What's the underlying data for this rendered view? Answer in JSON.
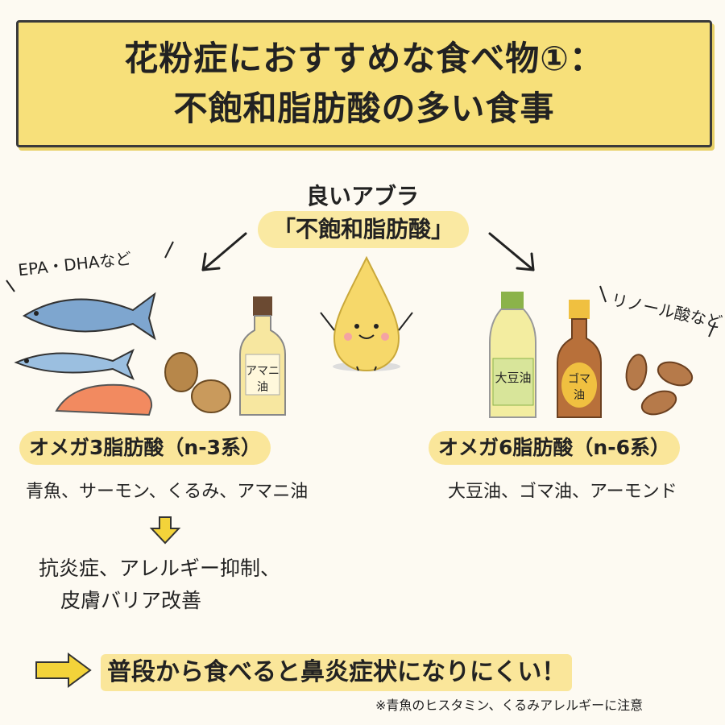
{
  "title": {
    "line1": "花粉症におすすめな食べ物①：",
    "line2": "不飽和脂肪酸の多い食事"
  },
  "center": {
    "label": "良いアブラ",
    "pill": "「不飽和脂肪酸」"
  },
  "left": {
    "note": "EPA・DHAなど",
    "bottle_label": "アマニ油",
    "heading": "オメガ3脂肪酸（n-3系）",
    "foods": "青魚、サーモン、くるみ、アマニ油",
    "effects_line1": "抗炎症、アレルギー抑制、",
    "effects_line2": "皮膚バリア改善"
  },
  "right": {
    "note": "リノール酸など",
    "bottle1_label": "大豆油",
    "bottle2_label": "ゴマ油",
    "heading": "オメガ6脂肪酸（n-6系）",
    "foods": "大豆油、ゴマ油、アーモンド"
  },
  "bottom": {
    "message": "普段から食べると鼻炎症状になりにくい！",
    "footnote": "※青魚のヒスタミン、くるみアレルギーに注意"
  },
  "colors": {
    "yellow": "#f7e07a",
    "highlight": "#fae69a",
    "background": "#fdfaf2"
  }
}
